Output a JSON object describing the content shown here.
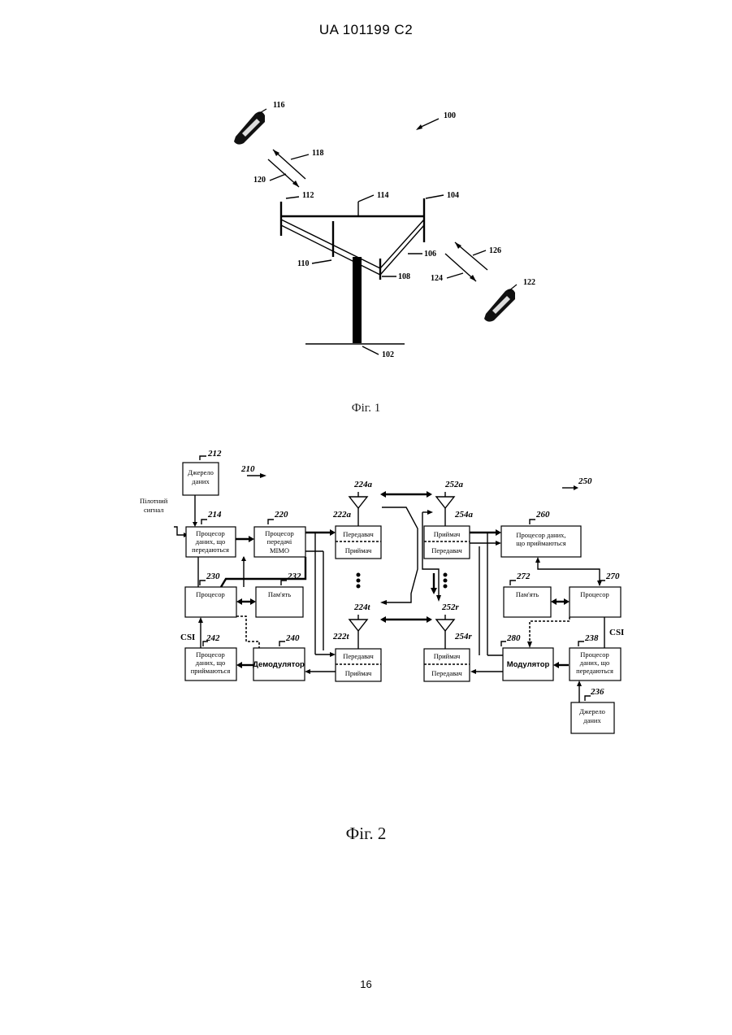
{
  "header": {
    "doc_number": "UA   101199   C2"
  },
  "fig1": {
    "caption": "Фіг. 1",
    "refs": {
      "r100": "100",
      "r102": "102",
      "r104": "104",
      "r106": "106",
      "r108": "108",
      "r110": "110",
      "r112": "112",
      "r114": "114",
      "r116": "116",
      "r118": "118",
      "r120": "120",
      "r122": "122",
      "r124": "124",
      "r126": "126"
    }
  },
  "fig2": {
    "caption": "Фіг. 2",
    "refs": {
      "r210": "210",
      "r212": "212",
      "r214": "214",
      "r220": "220",
      "r222a": "222a",
      "r222t": "222t",
      "r224a": "224a",
      "r224t": "224t",
      "r230": "230",
      "r232": "232",
      "r236": "236",
      "r238": "238",
      "r240": "240",
      "r242": "242",
      "r250": "250",
      "r252a": "252a",
      "r252r": "252r",
      "r254a": "254a",
      "r254r": "254r",
      "r260": "260",
      "r270": "270",
      "r272": "272",
      "r280": "280"
    },
    "labels": {
      "pilot_line1": "Пілотний",
      "pilot_line2": "сигнал",
      "source_line1": "Джерело",
      "source_line2": "даних",
      "tx_proc_line1": "Процесор",
      "tx_proc_line2": "даних, що",
      "tx_proc_line3": "передаються",
      "mimo_line1": "Процесор",
      "mimo_line2": "передачі",
      "mimo_line3": "MIMO",
      "transmitter": "Передавач",
      "receiver": "Приймач",
      "processor": "Процесор",
      "memory": "Пам'ять",
      "demodulator": "Демодулятор",
      "modulator": "Модулятор",
      "rx_proc_line1": "Процесор",
      "rx_proc_line2": "даних, що",
      "rx_proc_line3": "приймаються",
      "rx_proc260_line1": "Процесор даних,",
      "rx_proc260_line2": "що приймаються",
      "csi": "CSI"
    }
  },
  "page_number": "16"
}
